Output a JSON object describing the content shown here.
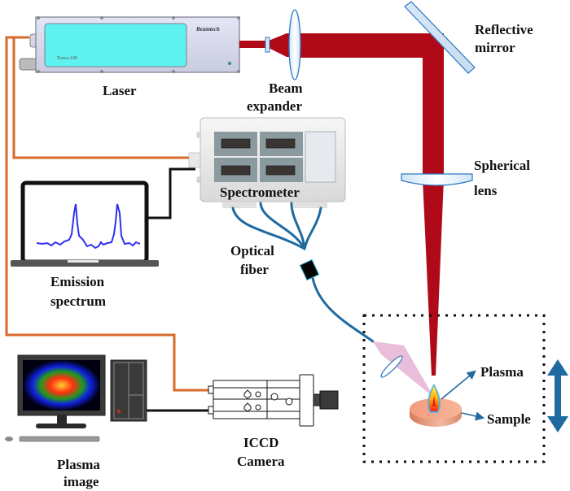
{
  "diagram": {
    "title": "LIBS experimental setup",
    "labels": {
      "laser": "Laser",
      "laser_model": "Dawa-100",
      "laser_brand": "Beamtech",
      "beam_expander_1": "Beam",
      "beam_expander_2": "expander",
      "mirror_1": "Reflective",
      "mirror_2": "mirror",
      "spherical_1": "Spherical",
      "spherical_2": "lens",
      "spectrometer": "Spectrometer",
      "fiber_1": "Optical",
      "fiber_2": "fiber",
      "emission_1": "Emission",
      "emission_2": "spectrum",
      "plasma": "Plasma",
      "sample": "Sample",
      "iccd_1": "ICCD",
      "iccd_2": "Camera",
      "plasma_image_1": "Plasma",
      "plasma_image_2": "image"
    },
    "colors": {
      "beam": "#b00a18",
      "trigger_cable": "#d9692b",
      "data_cable": "#111111",
      "fiber": "#1f6aa0",
      "lens_stroke": "#2c78c0",
      "laser_screen": "#5ff2f0",
      "sample": "#f0a080",
      "arrow": "#1f6aa0",
      "collect_cone": "#e8b6d6"
    },
    "spectrum": {
      "peaks": 2
    }
  }
}
